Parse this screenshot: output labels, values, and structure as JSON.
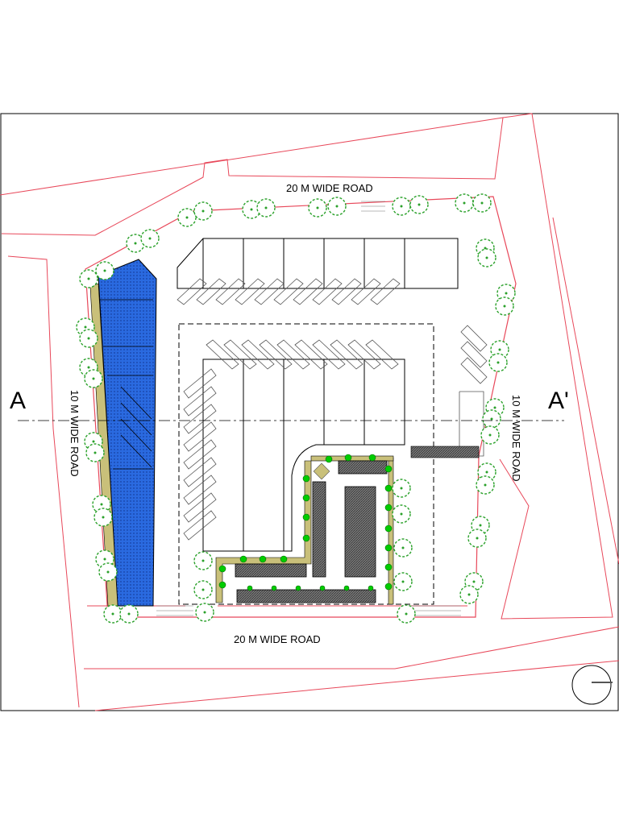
{
  "labels": {
    "road_top": "20 M WIDE ROAD",
    "road_bottom": "20 M WIDE ROAD",
    "road_left": "10 M WIDE ROAD",
    "road_right": "10 M WIDE ROAD",
    "section_start": "A",
    "section_end": "A'"
  },
  "colors": {
    "boundary": "#e8485a",
    "tree": "#2aa12a",
    "shrub": "#00cc00",
    "building_block": "#1f5fd6",
    "hard_pave": "#c9c07a",
    "dark_block": "#555555",
    "linework": "#000000"
  }
}
